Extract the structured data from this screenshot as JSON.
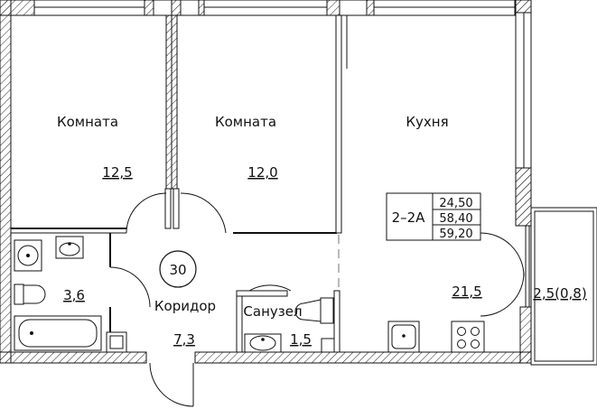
{
  "apartment": {
    "number": "30",
    "type": "2–2А",
    "areas": {
      "living": "24,50",
      "total": "58,40",
      "total_with_balcony": "59,20"
    }
  },
  "rooms": [
    {
      "id": "room1",
      "name": "Комната",
      "area": "12,5"
    },
    {
      "id": "room2",
      "name": "Комната",
      "area": "12,0"
    },
    {
      "id": "kitchen",
      "name": "Кухня",
      "area": "21,5"
    },
    {
      "id": "bathroom",
      "name": "",
      "area": "3,6"
    },
    {
      "id": "corridor",
      "name": "Коридор",
      "area": "7,3"
    },
    {
      "id": "wc",
      "name": "Санузел",
      "area": "1,5"
    },
    {
      "id": "balcony",
      "name": "",
      "area": "2,5(0,8)"
    }
  ]
}
